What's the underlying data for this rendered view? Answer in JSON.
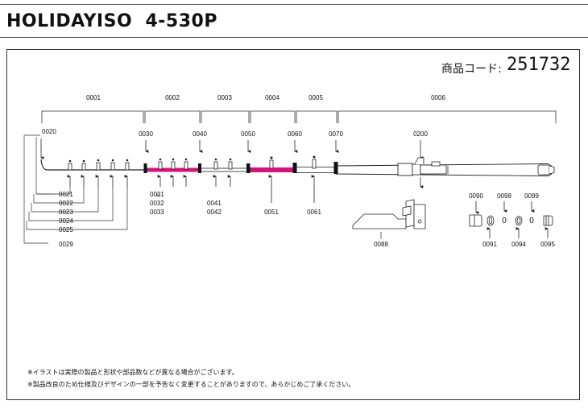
{
  "header": {
    "title": "HOLIDAYISO  4-530P"
  },
  "product_code": {
    "label": "商品コード:",
    "value": "251732"
  },
  "colors": {
    "accent_segment": "#d4147a",
    "line": "#333333"
  },
  "section_labels": [
    "0001",
    "0002",
    "0003",
    "0004",
    "0005",
    "0006"
  ],
  "joint_labels": [
    "0020",
    "0030",
    "0040",
    "0050",
    "0060",
    "0070",
    "0200"
  ],
  "guide_labels_tip": [
    "0021",
    "0022",
    "0023",
    "0024",
    "0025",
    "0029"
  ],
  "guide_labels_sec2": [
    "0031",
    "0032",
    "0033"
  ],
  "guide_labels_sec3": [
    "0041",
    "0042"
  ],
  "guide_labels_other": [
    "0051",
    "0061",
    "0088"
  ],
  "cap_labels_top": [
    "0090",
    "0098",
    "0099"
  ],
  "cap_labels_bottom": [
    "0091",
    "0094",
    "0095"
  ],
  "small_zero": "0",
  "notes": [
    "※イラストは実際の製品と形状や部品数などが異なる場合がございます。",
    "※製品改良のため仕様及びデザインの一部を予告なく変更することがありますので、あらかじめご了承ください。"
  ]
}
